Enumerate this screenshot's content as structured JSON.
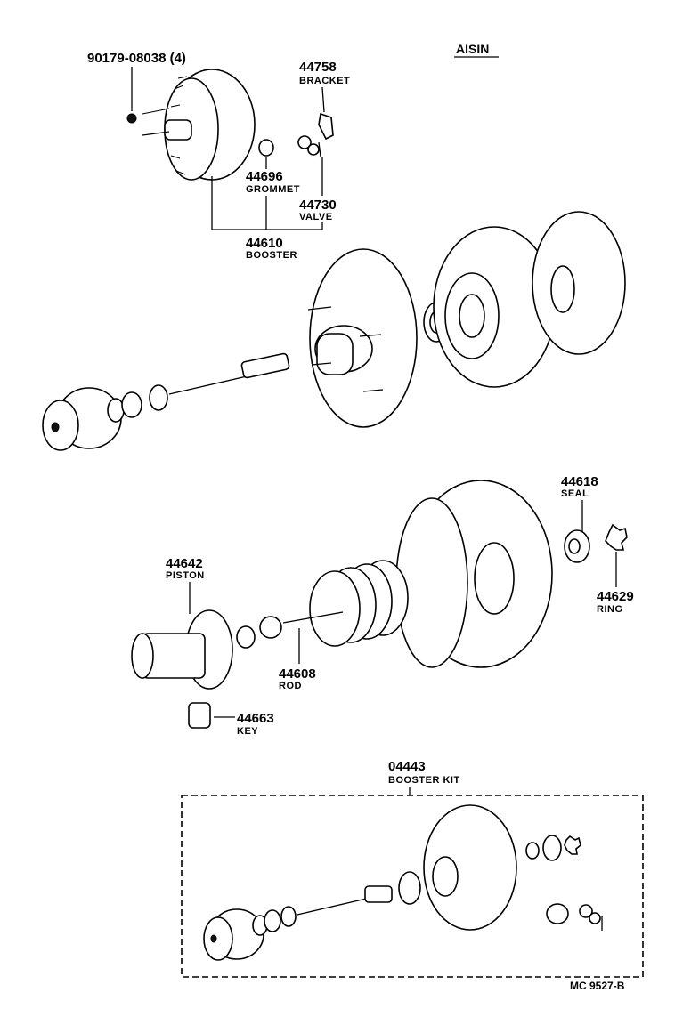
{
  "brand": "AISIN",
  "drawing_code": "MC  9527-B",
  "parts": {
    "bolt": {
      "number": "90179-08038 (4)"
    },
    "bracket": {
      "number": "44758",
      "name": "BRACKET"
    },
    "grommet": {
      "number": "44696",
      "name": "GROMMET"
    },
    "valve": {
      "number": "44730",
      "name": "VALVE"
    },
    "booster": {
      "number": "44610",
      "name": "BOOSTER"
    },
    "seal": {
      "number": "44618",
      "name": "SEAL"
    },
    "ring": {
      "number": "44629",
      "name": "RING"
    },
    "piston": {
      "number": "44642",
      "name": "PISTON"
    },
    "rod": {
      "number": "44608",
      "name": "ROD"
    },
    "key": {
      "number": "44663",
      "name": "KEY"
    },
    "kit": {
      "number": "04443",
      "name": "BOOSTER KIT"
    }
  }
}
